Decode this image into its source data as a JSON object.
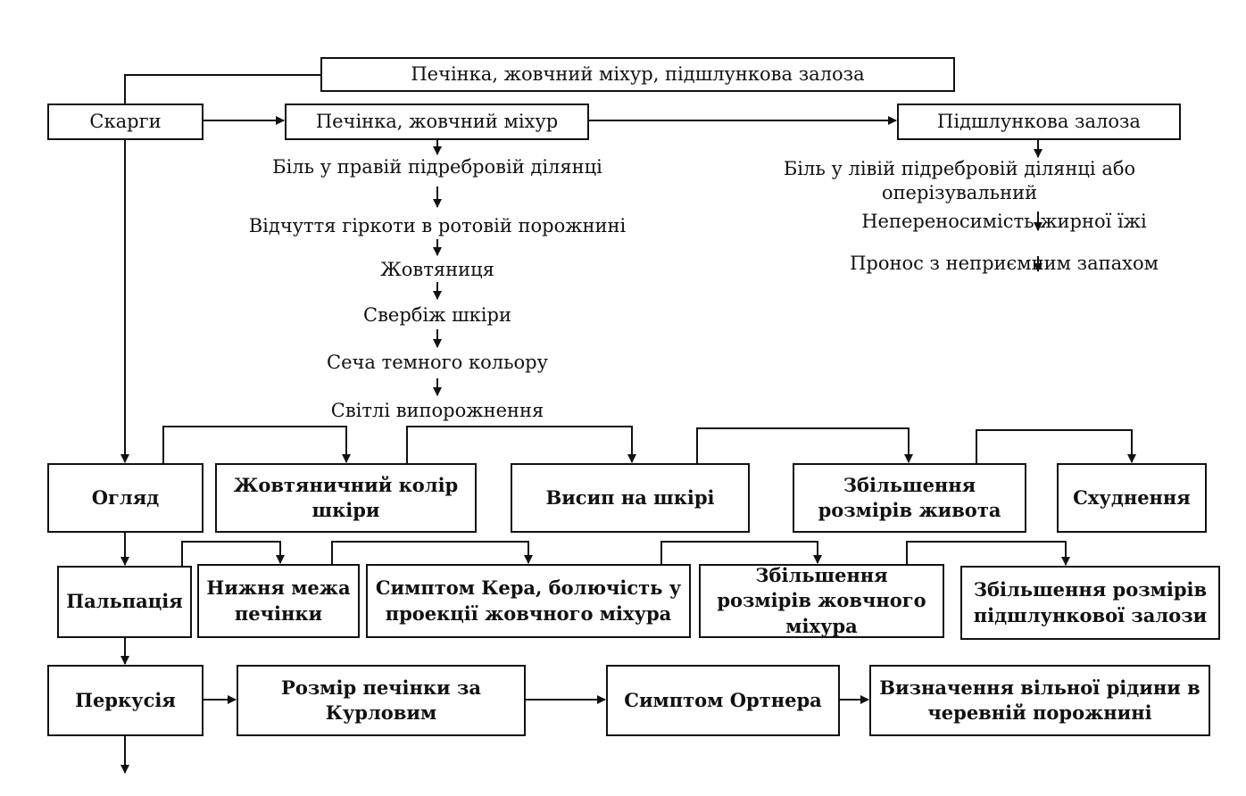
{
  "boxes": {
    "b_liver_gb_pancreas": "Печінка, жовчний міхур, підшлункова залоза",
    "b_complaints": "Скарги",
    "b_liver_gb": "Печінка, жовчний міхур",
    "b_pancreas": "Підшлункова залоза",
    "b_exam": "Огляд",
    "b_jaundice_skin": "Жовтяничний колір шкіри",
    "b_rash": "Висип на шкірі",
    "b_abdomen_size": "Збільшення розмірів живота",
    "b_weight_loss": "Схуднення",
    "b_palpation": "Пальпація",
    "b_liver_lower": "Нижня межа печінки",
    "b_ker": "Симптом Кера, болючість у проекції жовчного міхура",
    "b_gb_enlarge": "Збільшення розмірів жовчного міхура",
    "b_pancreas_enlarge": "Збільшення розмірів підшлункової залози",
    "b_percussion": "Перкусія",
    "b_kurlov": "Розмір печінки за Курловим",
    "b_ortner": "Симптом Ортнера",
    "b_free_fluid": "Визначення вільної рідини в черевній порожнині"
  },
  "liver_symptoms": [
    "Біль у правій підребровій ділянці",
    "Відчуття гіркоти в ротовій порожнині",
    "Жовтяниця",
    "Свербіж шкіри",
    "Сеча темного кольору",
    "Світлі випорожнення"
  ],
  "pancreas_symptoms": [
    "Біль у лівій підребровій ділянці або оперізувальний",
    "Непереносимість жирної їжі",
    "Пронос з неприємним запахом"
  ]
}
